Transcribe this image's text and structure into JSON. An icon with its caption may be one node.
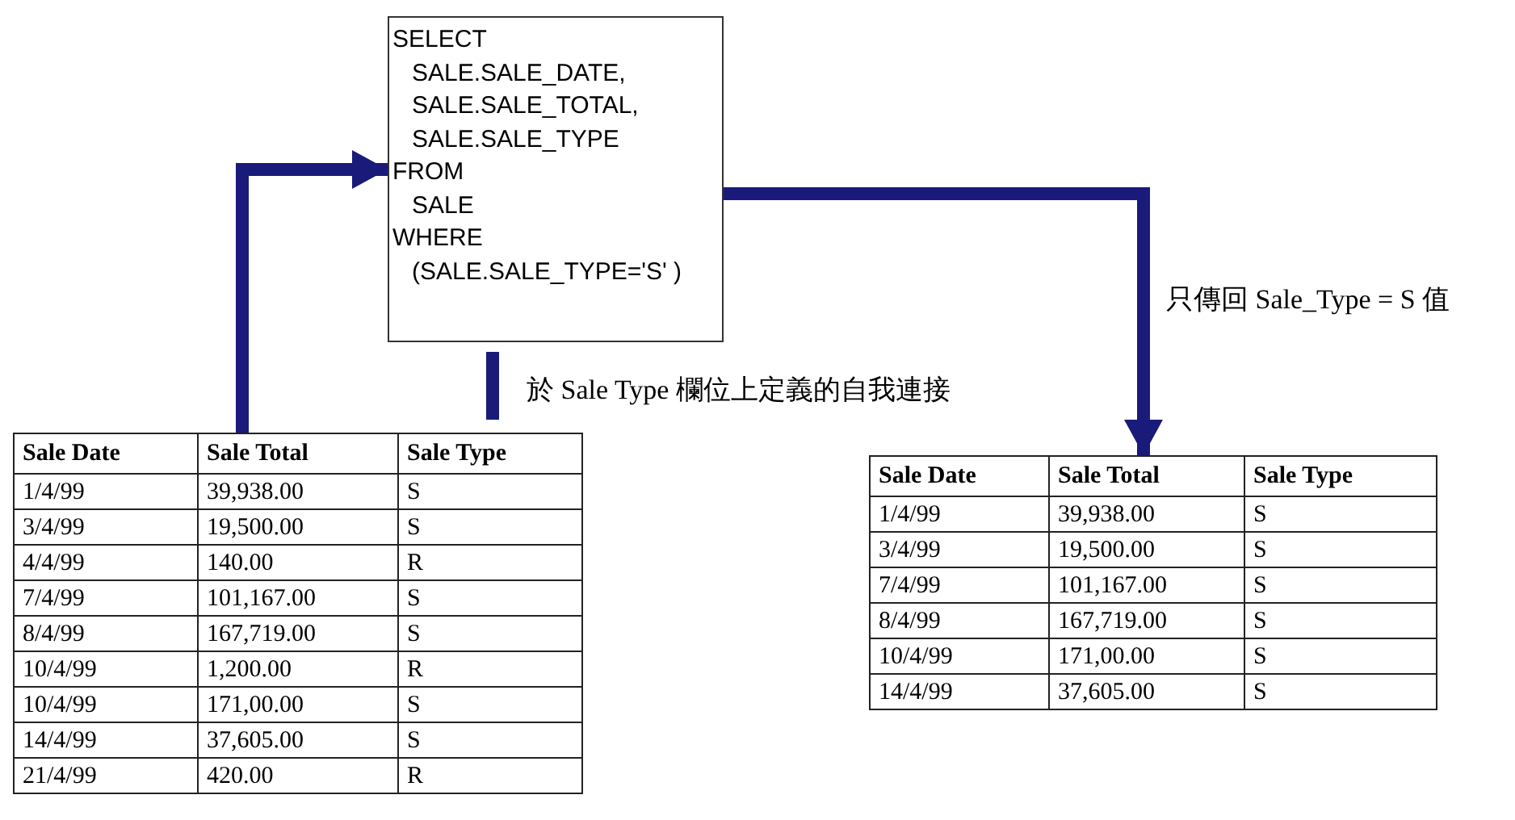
{
  "diagram": {
    "nodes": [
      {
        "text": [
          "SELECT",
          "SALE.SALE_DATE,",
          "SALE.SALE_TOTAL,",
          "SALE.SALE_TYPE",
          "FROM",
          "SALE",
          "WHERE",
          "(SALE.SALE_TYPE='S'  )"
        ]
      },
      {
        "text": [
          "Sale Date",
          "Sale Total",
          "Sale Type",
          "1/4/99",
          "39,938.00",
          "S",
          "3/4/99",
          "19,500.00",
          "S",
          "4/4/99",
          "140.00",
          "R",
          "7/4/99",
          "101,167.00",
          "S",
          "8/4/99",
          "167,719.00",
          "S",
          "10/4/99",
          "1,200.00",
          "R",
          "10/4/99",
          "171,00.00",
          "S",
          "14/4/99",
          "37,605.00",
          "S",
          "21/4/99",
          "420.00",
          "R"
        ]
      },
      {
        "text": [
          "Sale Date",
          "Sale Total",
          "Sale Type",
          "1/4/99",
          "39,938.00",
          "S",
          "3/4/99",
          "19,500.00",
          "S",
          "7/4/99",
          "101,167.00",
          "S",
          "8/4/99",
          "167,719.00",
          "S",
          "10/4/99",
          "171,00.00",
          "S",
          "14/4/99",
          "37,605.00",
          "S"
        ]
      }
    ],
    "edges": [
      {
        "from": 1,
        "to": 0,
        "arrow": "to"
      },
      {
        "from": 0,
        "to": 2,
        "arrow": "to",
        "label": "只傳回 Sale_Type = S 值"
      },
      {
        "from": 0,
        "to": 1,
        "arrow": "none",
        "label": "於 Sale Type 欄位上定義的自我連接"
      }
    ]
  }
}
